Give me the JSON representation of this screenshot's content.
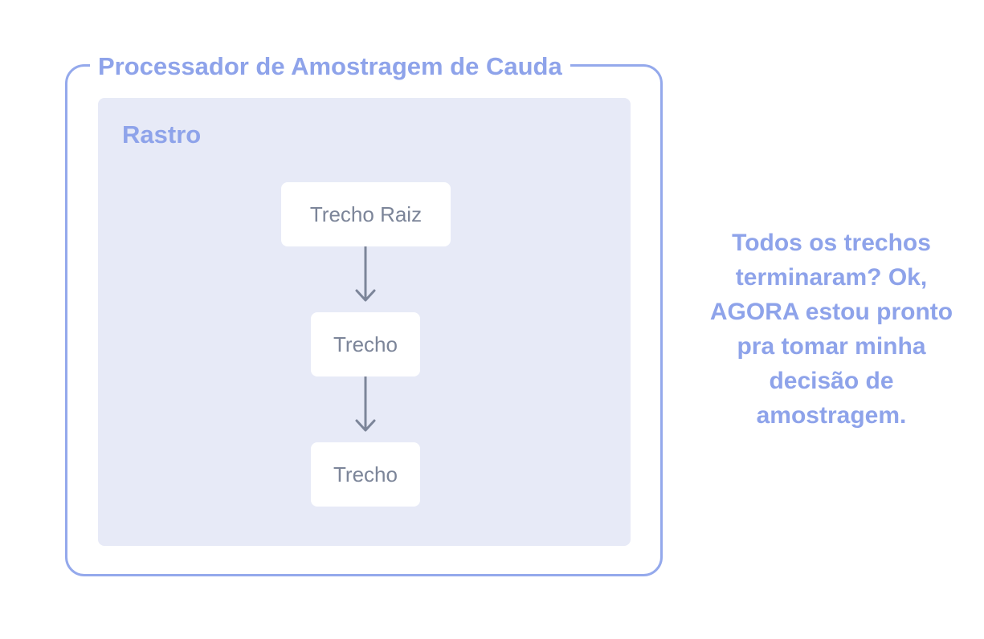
{
  "diagram": {
    "container": {
      "title": "Processador de Amostragem de Cauda"
    },
    "trace_panel": {
      "title": "Rastro"
    },
    "nodes": [
      {
        "label": "Trecho Raiz"
      },
      {
        "label": "Trecho"
      },
      {
        "label": "Trecho"
      }
    ],
    "edges": [
      {
        "from": 0,
        "to": 1
      },
      {
        "from": 1,
        "to": 2
      }
    ],
    "note": "Todos os trechos terminaram? Ok, AGORA estou pronto pra tomar minha decisão de amostragem."
  },
  "colors": {
    "accent": "#8ea3ea",
    "border": "#94a9ec",
    "panel_bg": "#e7eaf7",
    "node_text": "#7c8599",
    "arrow": "#7c8599"
  }
}
